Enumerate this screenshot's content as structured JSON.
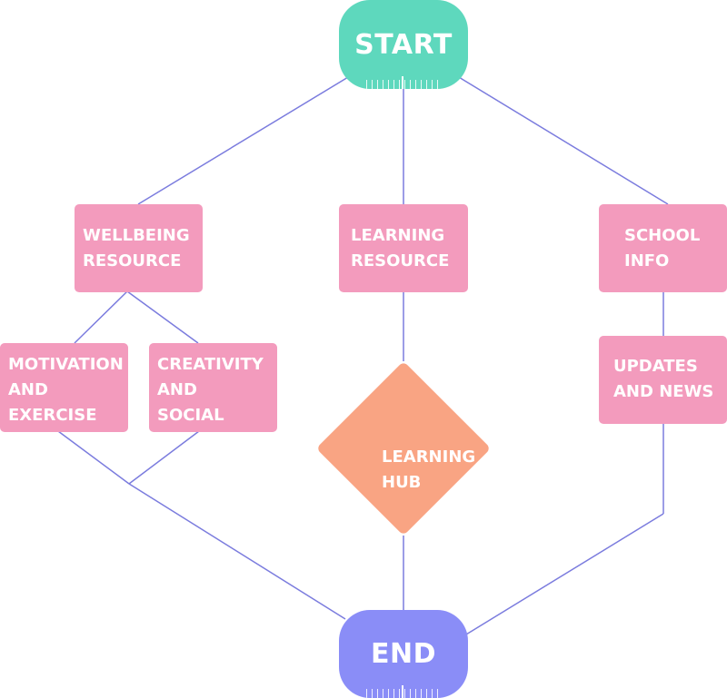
{
  "colors": {
    "start": "#5ed8bd",
    "end": "#8a8df7",
    "box": "#f39bbd",
    "diamond": "#f9a483",
    "connector": "#7b7cde",
    "text": "#ffffff"
  },
  "nodes": {
    "start": {
      "label": "START"
    },
    "end": {
      "label": "END"
    },
    "wellbeing": {
      "label": "WELLBEING\nRESOURCE"
    },
    "learning_resource": {
      "label": "LEARNING\nRESOURCE"
    },
    "school_info": {
      "label": "SCHOOL\nINFO"
    },
    "motivation": {
      "label": "MOTIVATION\nAND\nEXERCISE"
    },
    "creativity": {
      "label": "CREATIVITY\nAND\nSOCIAL"
    },
    "updates": {
      "label": "UPDATES\nAND NEWS"
    },
    "learning_hub": {
      "label": "LEARNING\nHUB"
    }
  },
  "edges": [
    {
      "from": "start",
      "to": "wellbeing"
    },
    {
      "from": "start",
      "to": "learning_resource"
    },
    {
      "from": "start",
      "to": "school_info"
    },
    {
      "from": "wellbeing",
      "to": "motivation"
    },
    {
      "from": "wellbeing",
      "to": "creativity"
    },
    {
      "from": "learning_resource",
      "to": "learning_hub"
    },
    {
      "from": "school_info",
      "to": "updates"
    },
    {
      "from": "motivation",
      "to": "end"
    },
    {
      "from": "creativity",
      "to": "end"
    },
    {
      "from": "learning_hub",
      "to": "end"
    },
    {
      "from": "updates",
      "to": "end"
    }
  ]
}
